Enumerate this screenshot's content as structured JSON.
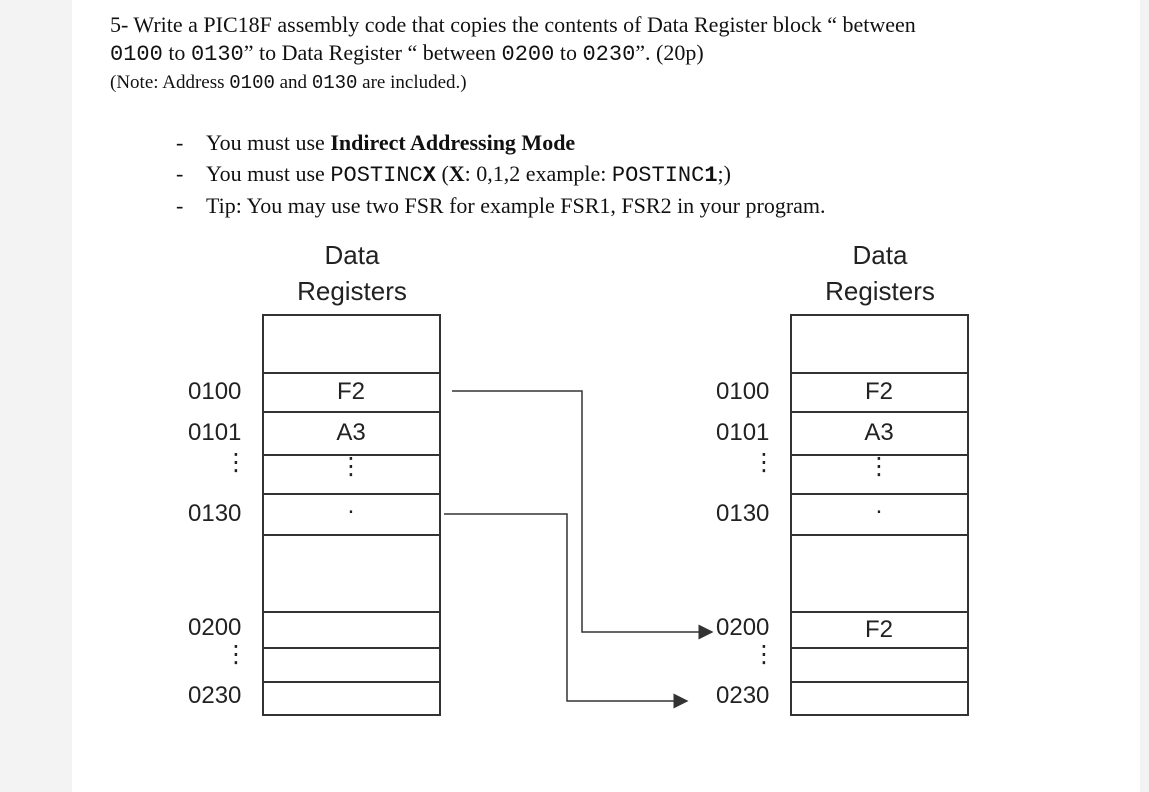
{
  "question": {
    "line1": "5- Write a PIC18F assembly code that copies the contents of Data Register block “ between",
    "line2_a": "0100",
    "line2_b": " to ",
    "line2_c": "0130",
    "line2_d": "” to  Data Register  “ between ",
    "line2_e": "0200",
    "line2_f": " to ",
    "line2_g": "0230",
    "line2_h": "”. (20p)",
    "note_a": "(Note: Address ",
    "note_b": "0100",
    "note_c": " and ",
    "note_d": "0130",
    "note_e": " are included.)"
  },
  "bullets": {
    "dash": "-",
    "b1_a": "You must use ",
    "b1_b": "Indirect Addressing Mode",
    "b2_a": "You must use  ",
    "b2_b": "POSTINC",
    "b2_c": "X",
    "b2_d": " (",
    "b2_e": "X",
    "b2_f": ": 0,1,2 example: ",
    "b2_g": "POSTINC",
    "b2_h": "1",
    "b2_i": ";)",
    "b3": "Tip: You may use two FSR for example FSR1, FSR2 in your program."
  },
  "diagram": {
    "left_header_1": "Data",
    "left_header_2": "Registers",
    "right_header_1": "Data",
    "right_header_2": "Registers",
    "left_addr": {
      "a0100": "0100",
      "a0101": "0101",
      "vdots": "⋮",
      "a0130": "0130",
      "a0200": "0200",
      "vdots2": "⋮",
      "a0230": "0230"
    },
    "left_cells": {
      "c0100": "F2",
      "c0101": "A3",
      "vdots": "⋮",
      "c0130": "."
    },
    "right_addr": {
      "a0100": "0100",
      "a0101": "0101",
      "vdots": "⋮",
      "a0130": "0130",
      "a0200": "0200",
      "vdots2": "⋮",
      "a0230": "0230"
    },
    "right_cells": {
      "c0100": "F2",
      "c0101": "A3",
      "vdots": "⋮",
      "c0130": ".",
      "c0200": "F2"
    },
    "line_color": "#333333"
  }
}
